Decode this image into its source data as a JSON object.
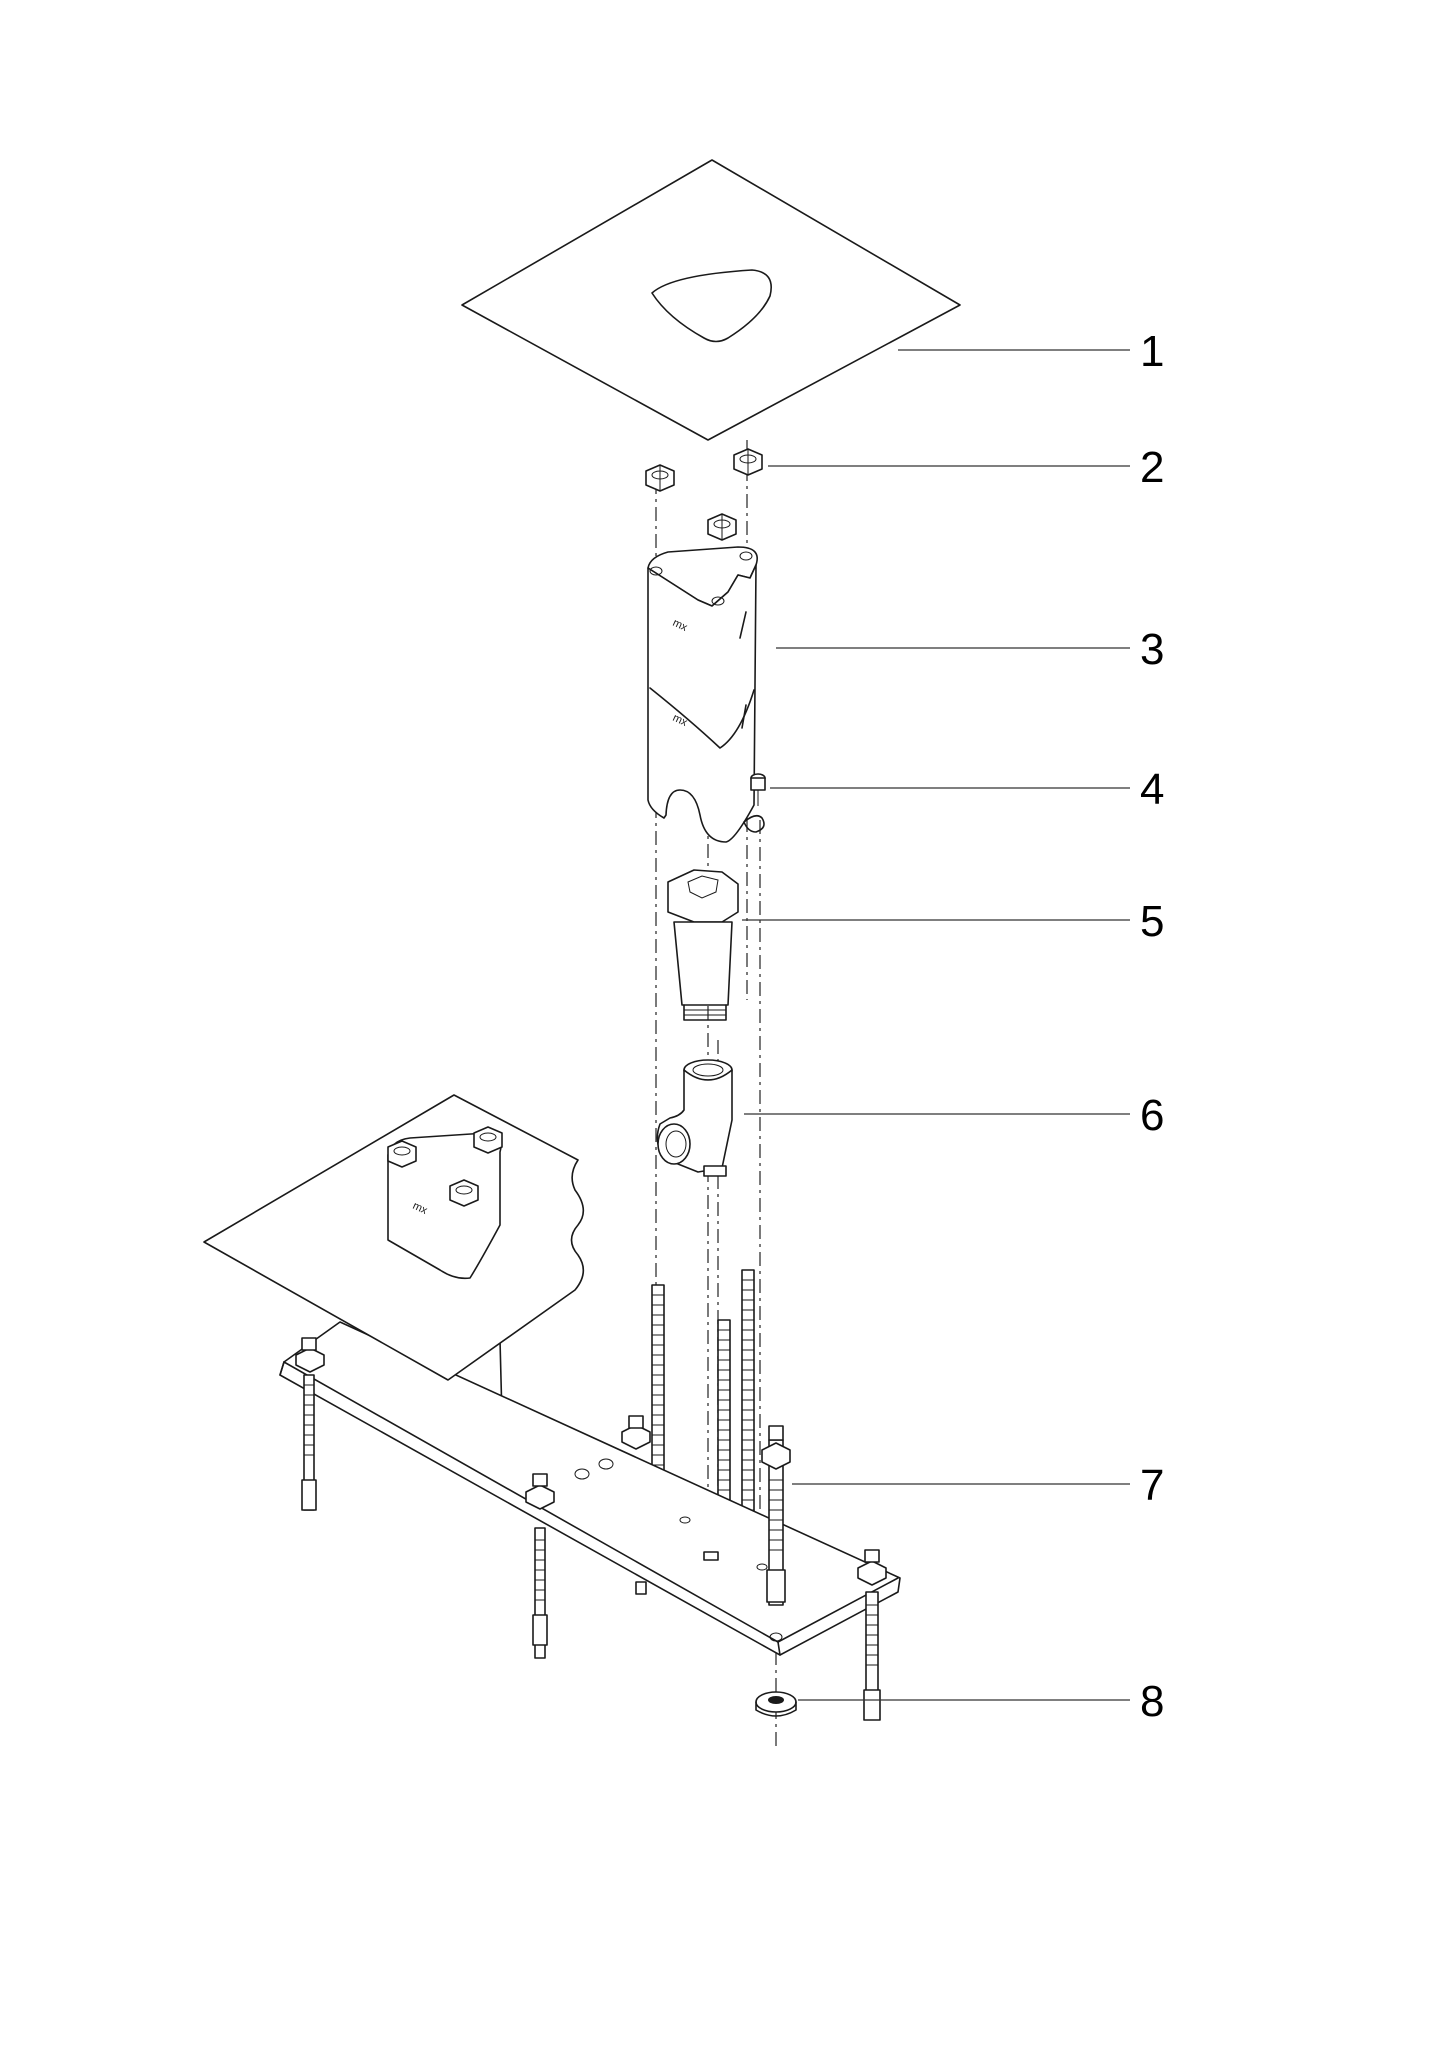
{
  "callouts": [
    {
      "label": "1",
      "part": "cover-plate"
    },
    {
      "label": "2",
      "part": "hex-nuts"
    },
    {
      "label": "3",
      "part": "triangular-housing"
    },
    {
      "label": "4",
      "part": "small-screw"
    },
    {
      "label": "5",
      "part": "hex-fitting"
    },
    {
      "label": "6",
      "part": "elbow-fitting"
    },
    {
      "label": "7",
      "part": "mounting-plate-with-anchors"
    },
    {
      "label": "8",
      "part": "washer"
    }
  ],
  "colors": {
    "line": "#1a1a1a",
    "background": "#ffffff"
  }
}
